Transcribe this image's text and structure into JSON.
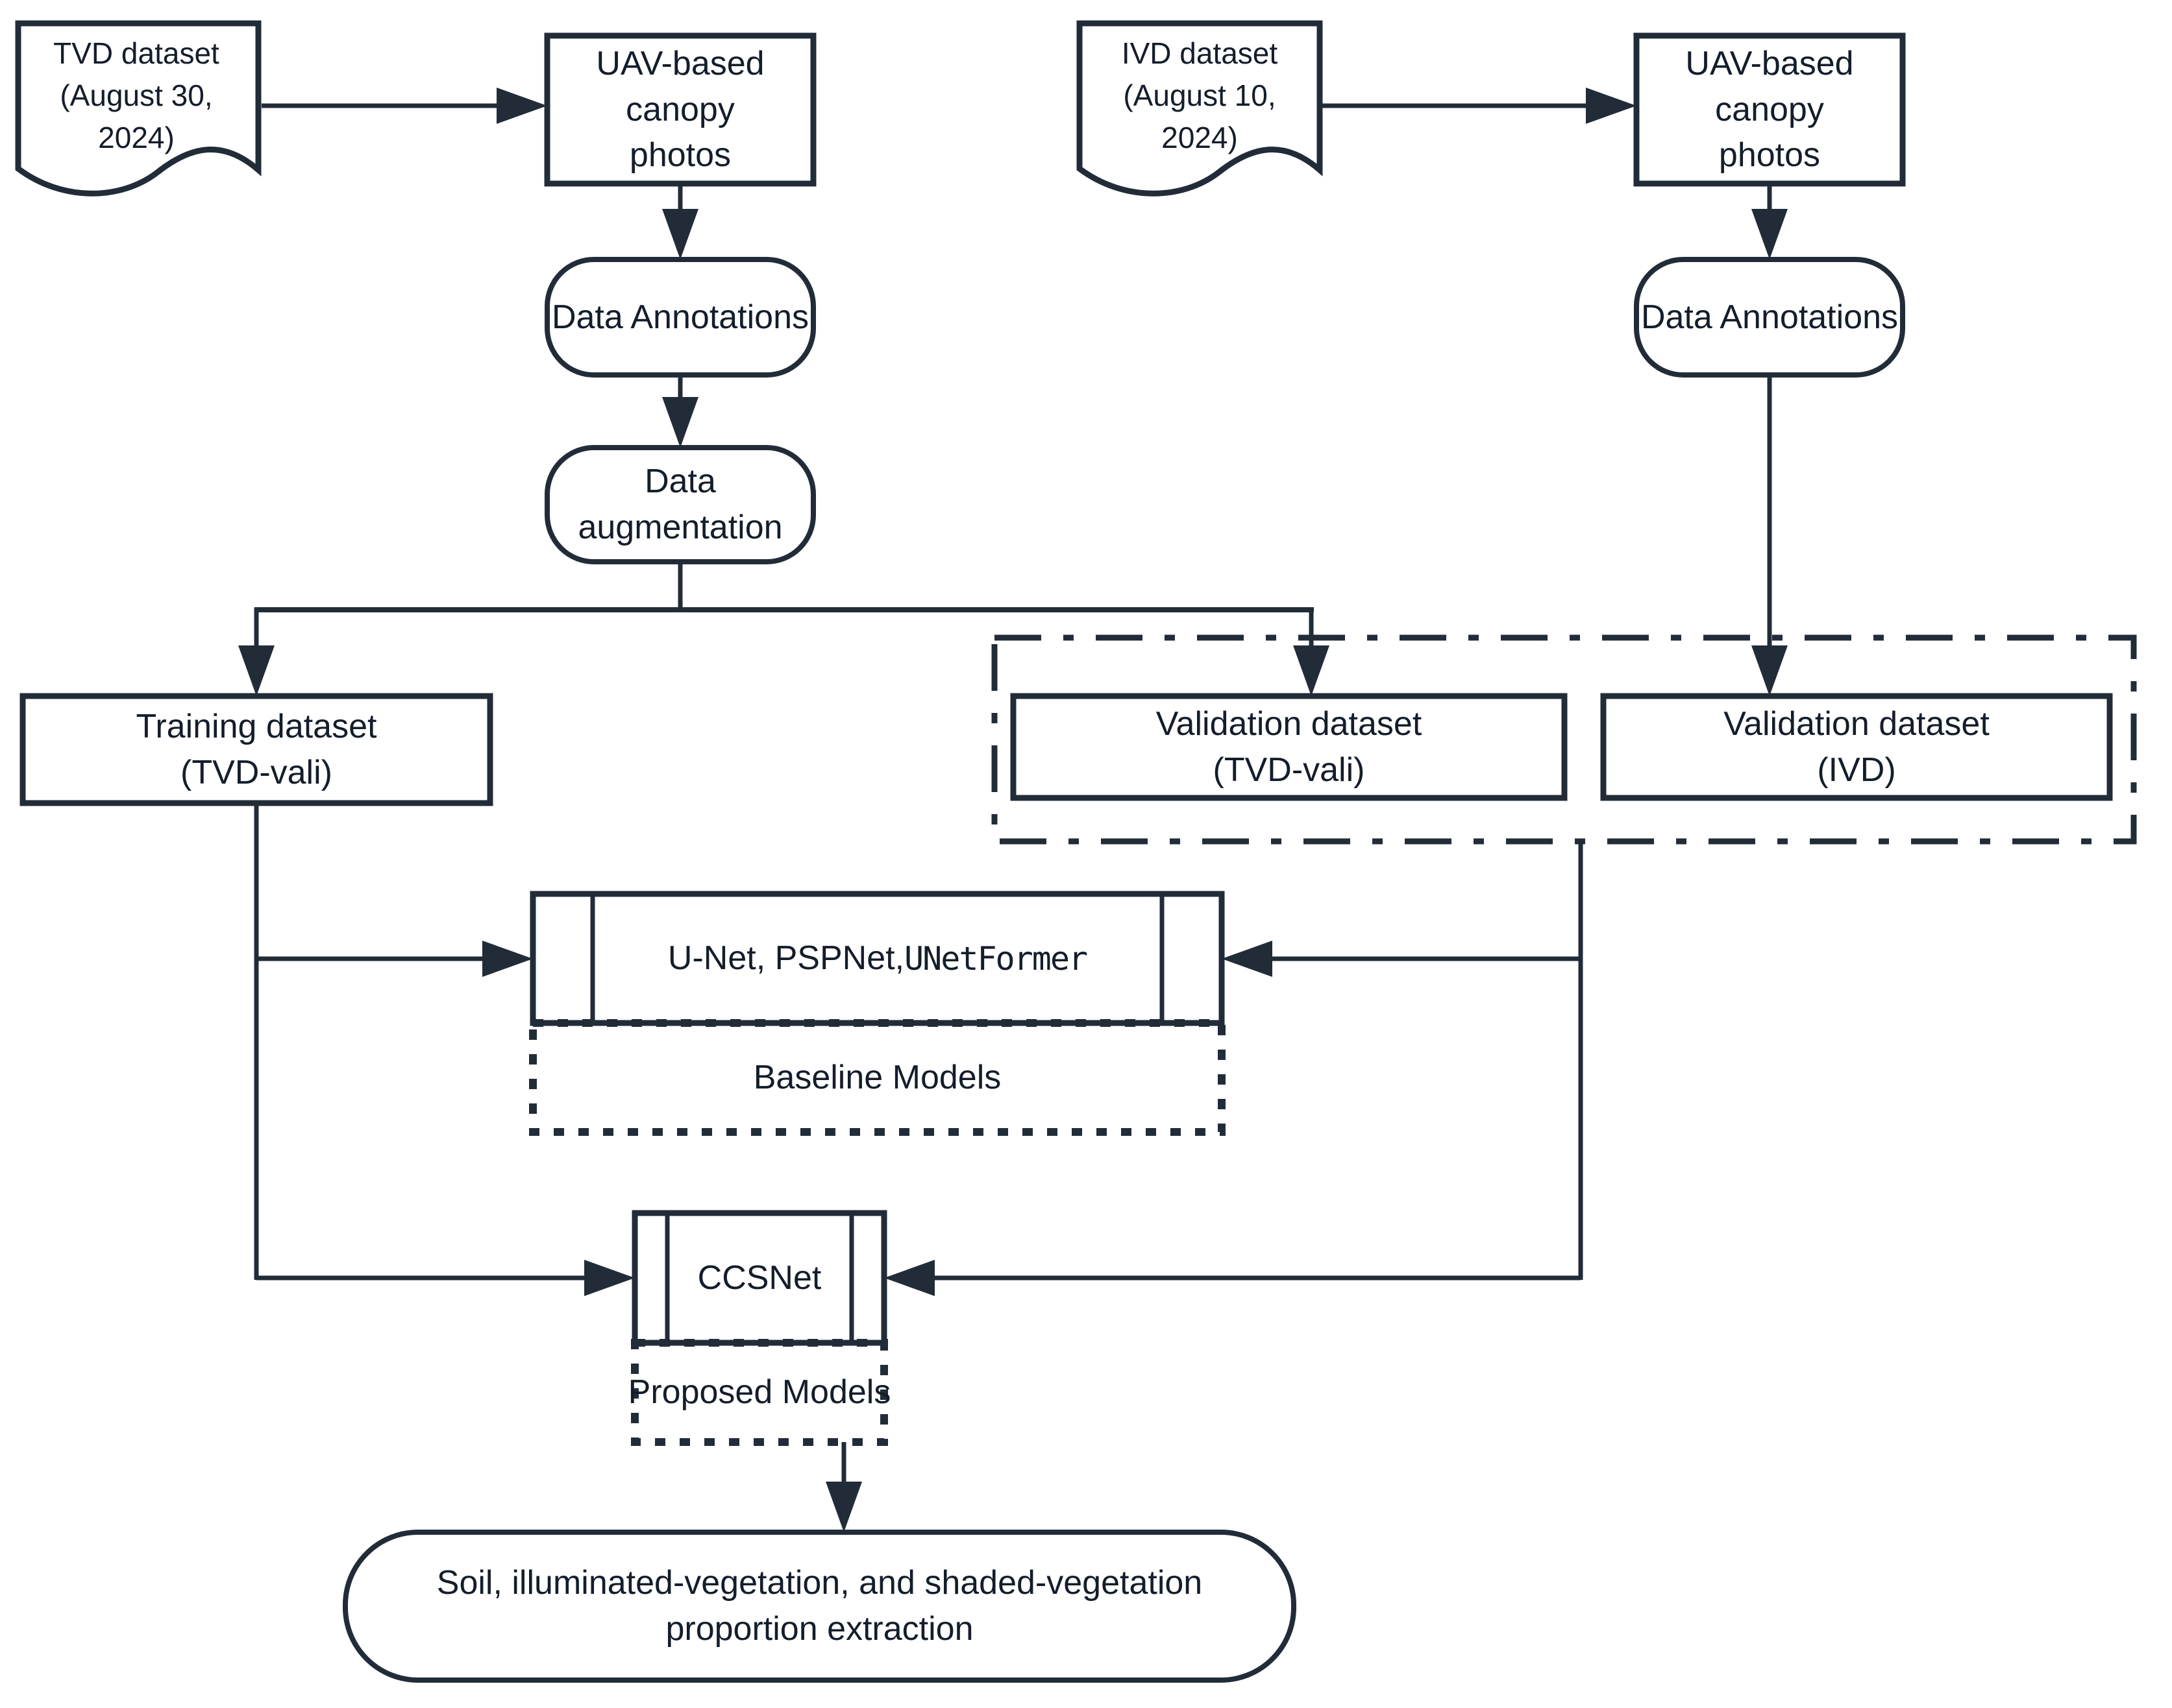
{
  "figure": {
    "type": "flowchart",
    "description_visible": false
  },
  "colors": {
    "background": "#ffffff",
    "line": "#222c39",
    "text": "#141d2b"
  },
  "nodes": {
    "tvd_doc": {
      "shape": "document",
      "label": "TVD dataset\n(August 30, 2024)"
    },
    "uav_left": {
      "shape": "rectangle",
      "label": "UAV-based canopy\nphotos"
    },
    "ann_left": {
      "shape": "rounded",
      "label": "Data Annotations"
    },
    "augmentation": {
      "shape": "rounded",
      "label": "Data augmentation"
    },
    "ivd_doc": {
      "shape": "document",
      "label": "IVD dataset\n(August 10, 2024)"
    },
    "uav_right": {
      "shape": "rectangle",
      "label": "UAV-based canopy\nphotos"
    },
    "ann_right": {
      "shape": "rounded",
      "label": "Data Annotations"
    },
    "training": {
      "shape": "rectangle",
      "label": "Training dataset\n(TVD-vali)"
    },
    "val_tvd": {
      "shape": "rectangle",
      "label": "Validation dataset\n(TVD-vali)"
    },
    "val_ivd": {
      "shape": "rectangle",
      "label": "Validation dataset\n(IVD)"
    },
    "baseline": {
      "shape": "subroutine",
      "label_sans": "U-Net, PSPNet, ",
      "label_mono": "UNetFormer"
    },
    "baseline_group": {
      "shape": "dotted-box",
      "label": "Baseline Models"
    },
    "ccsnet": {
      "shape": "subroutine",
      "label": "CCSNet"
    },
    "proposed_group": {
      "shape": "dotted-box",
      "label": "Proposed Models"
    },
    "output": {
      "shape": "rounded",
      "label": "Soil, illuminated-vegetation, and shaded-vegetation\nproportion extraction"
    }
  },
  "groups": {
    "validation_dashdot": {
      "style": "dash-dot border",
      "contains": [
        "val_tvd",
        "val_ivd"
      ],
      "label": ""
    }
  },
  "edges": [
    {
      "from": "tvd_doc",
      "to": "uav_left"
    },
    {
      "from": "uav_left",
      "to": "ann_left"
    },
    {
      "from": "ann_left",
      "to": "augmentation"
    },
    {
      "from": "augmentation",
      "to": "training"
    },
    {
      "from": "augmentation",
      "to": "val_tvd"
    },
    {
      "from": "ivd_doc",
      "to": "uav_right"
    },
    {
      "from": "uav_right",
      "to": "ann_right"
    },
    {
      "from": "ann_right",
      "to": "val_ivd"
    },
    {
      "from": "training",
      "to": "baseline"
    },
    {
      "from": "training",
      "to": "ccsnet"
    },
    {
      "from": "validation_dashdot",
      "to": "baseline"
    },
    {
      "from": "validation_dashdot",
      "to": "ccsnet"
    },
    {
      "from": "proposed_group",
      "to": "output"
    }
  ]
}
